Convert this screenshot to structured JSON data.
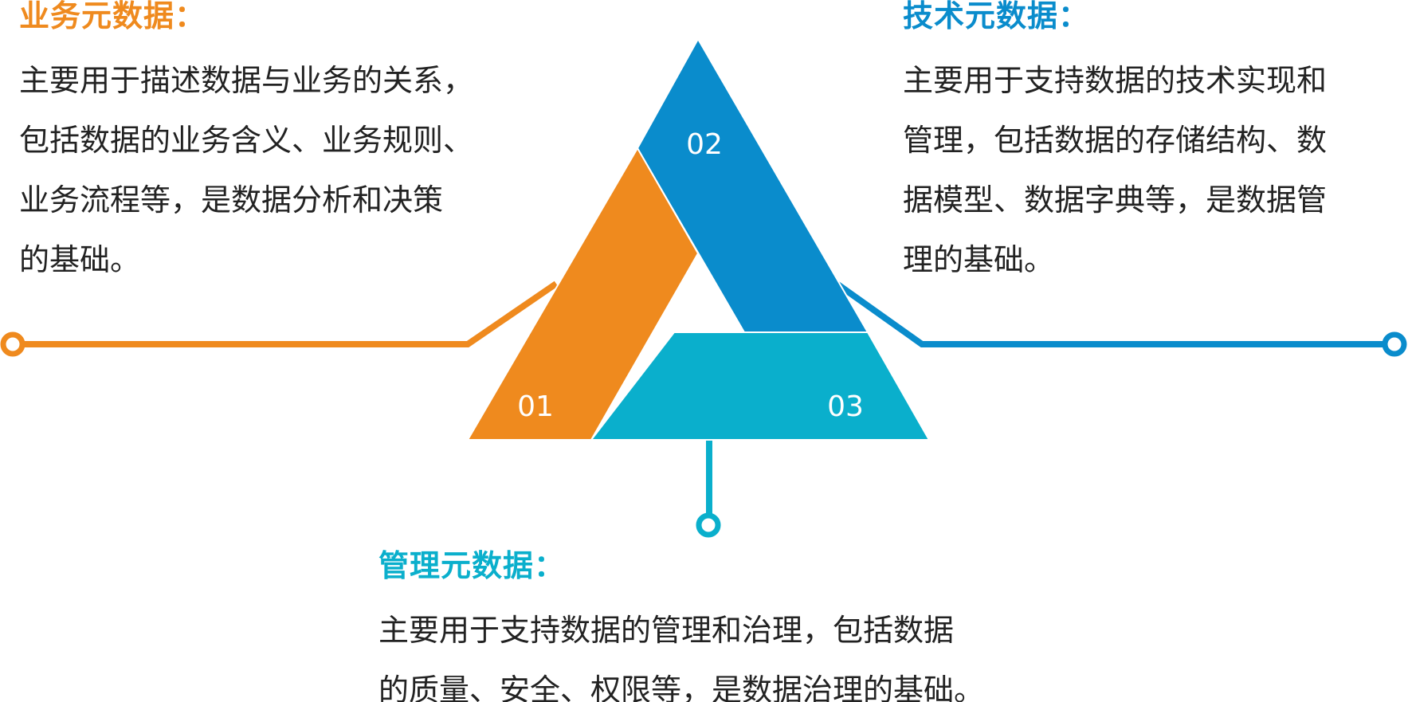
{
  "colors": {
    "business": "#ef8a1e",
    "technical": "#0a8ccc",
    "management": "#0aafcc",
    "text": "#222222",
    "label": "#ffffff"
  },
  "segments": [
    {
      "id": "business",
      "number": "01"
    },
    {
      "id": "technical",
      "number": "02"
    },
    {
      "id": "management",
      "number": "03"
    }
  ],
  "business": {
    "title": "业务元数据：",
    "lines": [
      "主要用于描述数据与业务的关系，",
      "包括数据的业务含义、业务规则、",
      "业务流程等，是数据分析和决策",
      "的基础。"
    ]
  },
  "technical": {
    "title": "技术元数据：",
    "lines": [
      "主要用于支持数据的技术实现和",
      "管理，包括数据的存储结构、数",
      "据模型、数据字典等，是数据管",
      "理的基础。"
    ]
  },
  "management": {
    "title": "管理元数据：",
    "lines": [
      "主要用于支持数据的管理和治理，包括数据",
      "的质量、安全、权限等，是数据治理的基础。"
    ]
  }
}
